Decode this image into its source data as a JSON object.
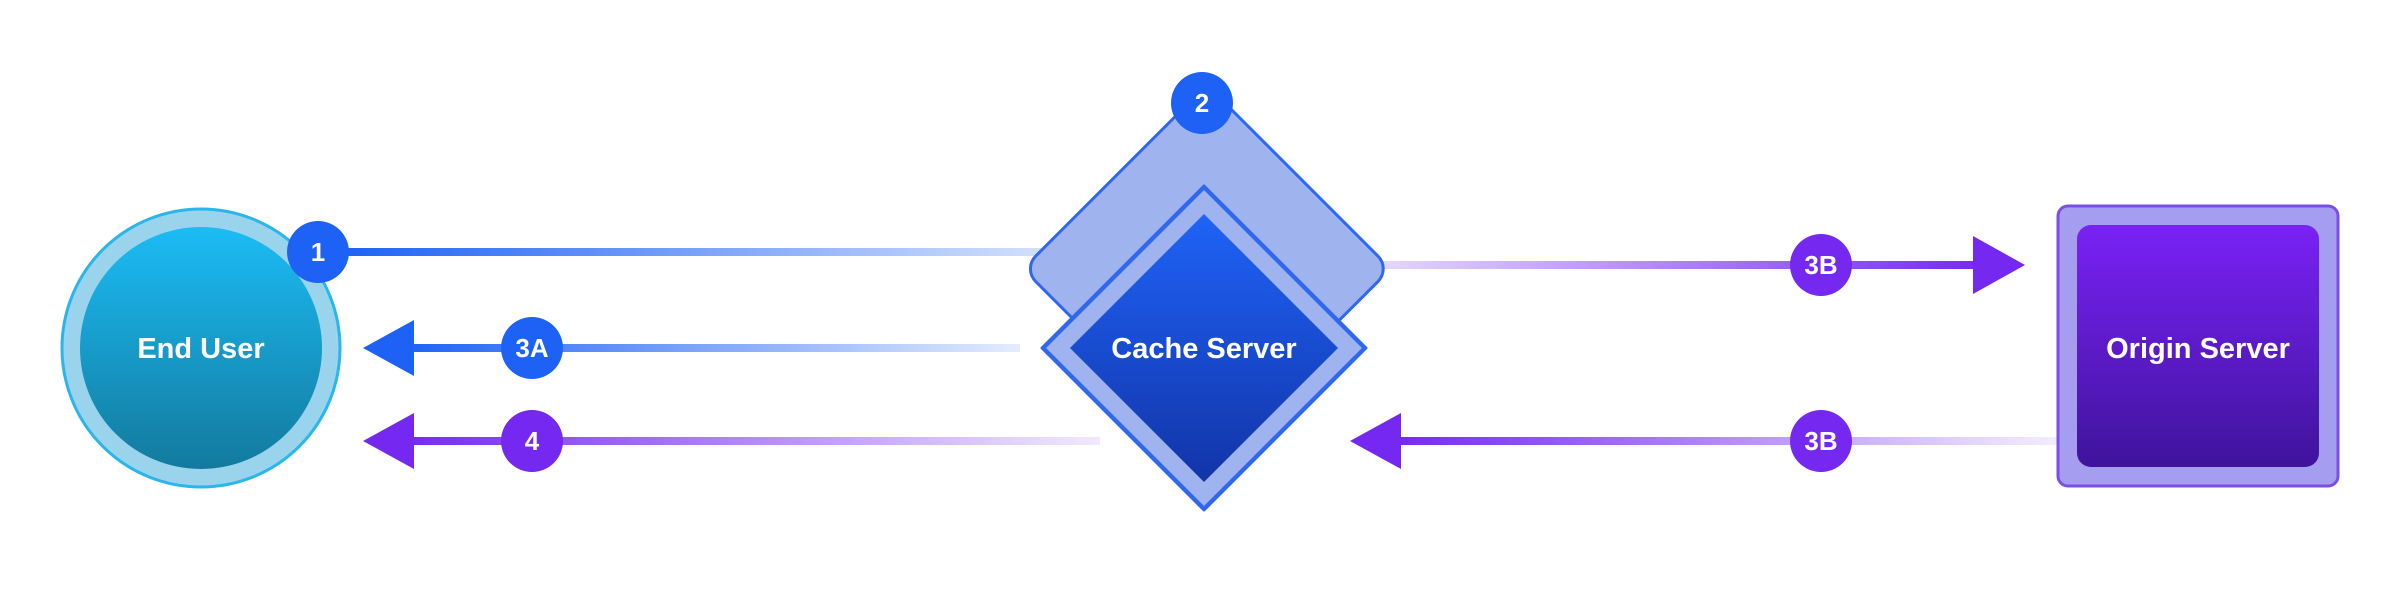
{
  "nodes": {
    "end_user": "End User",
    "cache_server": "Cache Server",
    "origin_server": "Origin Server"
  },
  "steps": {
    "request": "1",
    "cache_lookup": "2",
    "cache_hit_response": "3A",
    "origin_request": "3B",
    "origin_response": "3B",
    "final_response": "4"
  },
  "colors": {
    "blue": "#1d62f5",
    "purple": "#7428f0",
    "end_user_fill": "#1aa9dc",
    "cache_fill": "#1b4fd0",
    "origin_fill": "#5a1ad6"
  }
}
